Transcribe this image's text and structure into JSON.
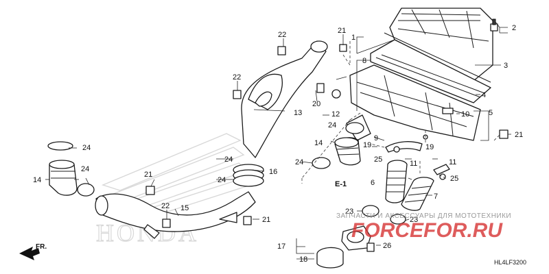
{
  "diagram": {
    "callouts": {
      "c1": "1",
      "c2": "2",
      "c3": "3",
      "c4": "4",
      "c5": "5",
      "c6": "6",
      "c7": "7",
      "c8": "8",
      "c9": "9",
      "c10": "10",
      "c11a": "11",
      "c11b": "11",
      "c12": "12",
      "c13": "13",
      "c14a": "14",
      "c14b": "14",
      "c15": "15",
      "c16": "16",
      "c17": "17",
      "c18": "18",
      "c19a": "19",
      "c19b": "19",
      "c20": "20",
      "c21a": "21",
      "c21b": "21",
      "c21c": "21",
      "c21d": "21",
      "c22a": "22",
      "c22b": "22",
      "c22c": "22",
      "c23a": "23",
      "c23b": "23",
      "c24a": "24",
      "c24b": "24",
      "c24c": "24",
      "c24d": "24",
      "c24e": "24",
      "c24f": "24",
      "c25a": "25",
      "c25b": "25",
      "c26": "26"
    },
    "section_label": "E-1",
    "direction_label": "FR.",
    "diagram_code": "HL4LF3200"
  },
  "watermark": {
    "caption": "ЗАПЧАСТИ И АКСЕССУАРЫ ДЛЯ МОТОТЕХНИКИ",
    "logo_text": "FORCEFOR.RU",
    "brand_color": "#d62f2f"
  },
  "background_logo": "HONDA"
}
